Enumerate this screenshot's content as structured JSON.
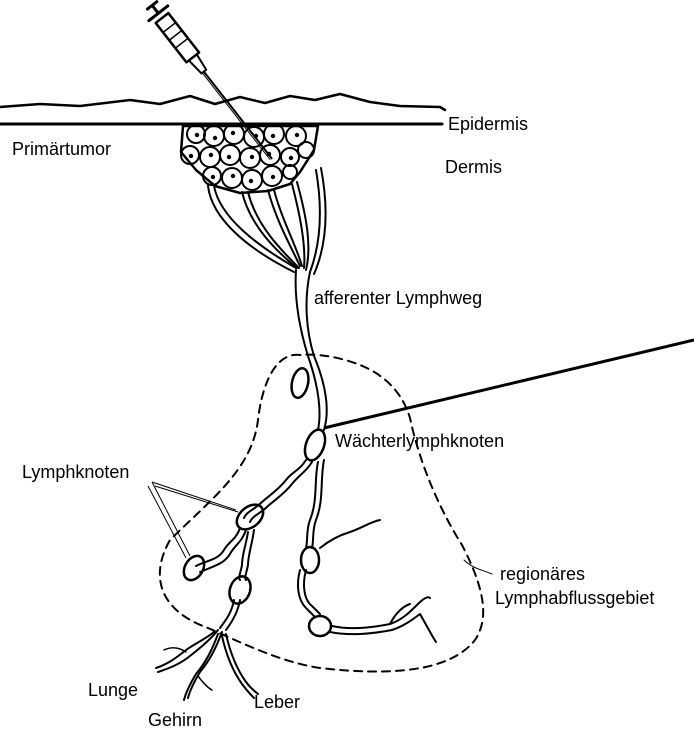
{
  "labels": {
    "primary_tumor": "Primärtumor",
    "epidermis": "Epidermis",
    "dermis": "Dermis",
    "afferent_vessel": "afferenter Lymphweg",
    "sentinel_node": "Wächterlymphknoten",
    "lymph_nodes": "Lymphknoten",
    "region_line1": "regionäres",
    "region_line2": "Lymphabflussgebiet",
    "lung": "Lunge",
    "brain": "Gehirn",
    "liver": "Leber"
  }
}
